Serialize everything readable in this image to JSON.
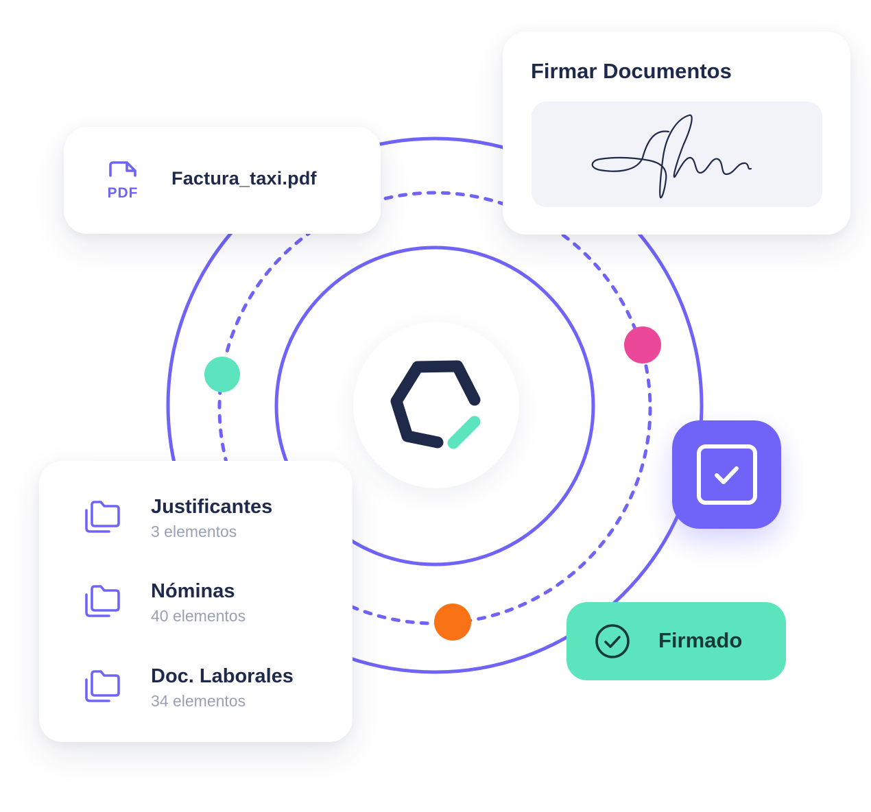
{
  "file_card": {
    "icon_label": "PDF",
    "file_name": "Factura_taxi.pdf"
  },
  "sign_card": {
    "title": "Firmar Documentos"
  },
  "status": {
    "label": "Firmado"
  },
  "folders": [
    {
      "title": "Justificantes",
      "count": "3 elementos"
    },
    {
      "title": "Nóminas",
      "count": "40 elementos"
    },
    {
      "title": "Doc. Laborales",
      "count": "34 elementos"
    }
  ],
  "colors": {
    "orbit": "#6f64f7",
    "dot_green": "#5ce4bf",
    "dot_pink": "#ec4899",
    "dot_orange": "#f97316",
    "navy": "#1f2a4b",
    "status_bg": "#5ce4bf"
  },
  "icons": {
    "file": "pdf-file-icon",
    "folder": "folder-stack-icon",
    "check_tile": "checkbox-icon",
    "status": "check-circle-icon",
    "logo": "hexagon-logo-icon",
    "signature": "handwritten-signature"
  }
}
